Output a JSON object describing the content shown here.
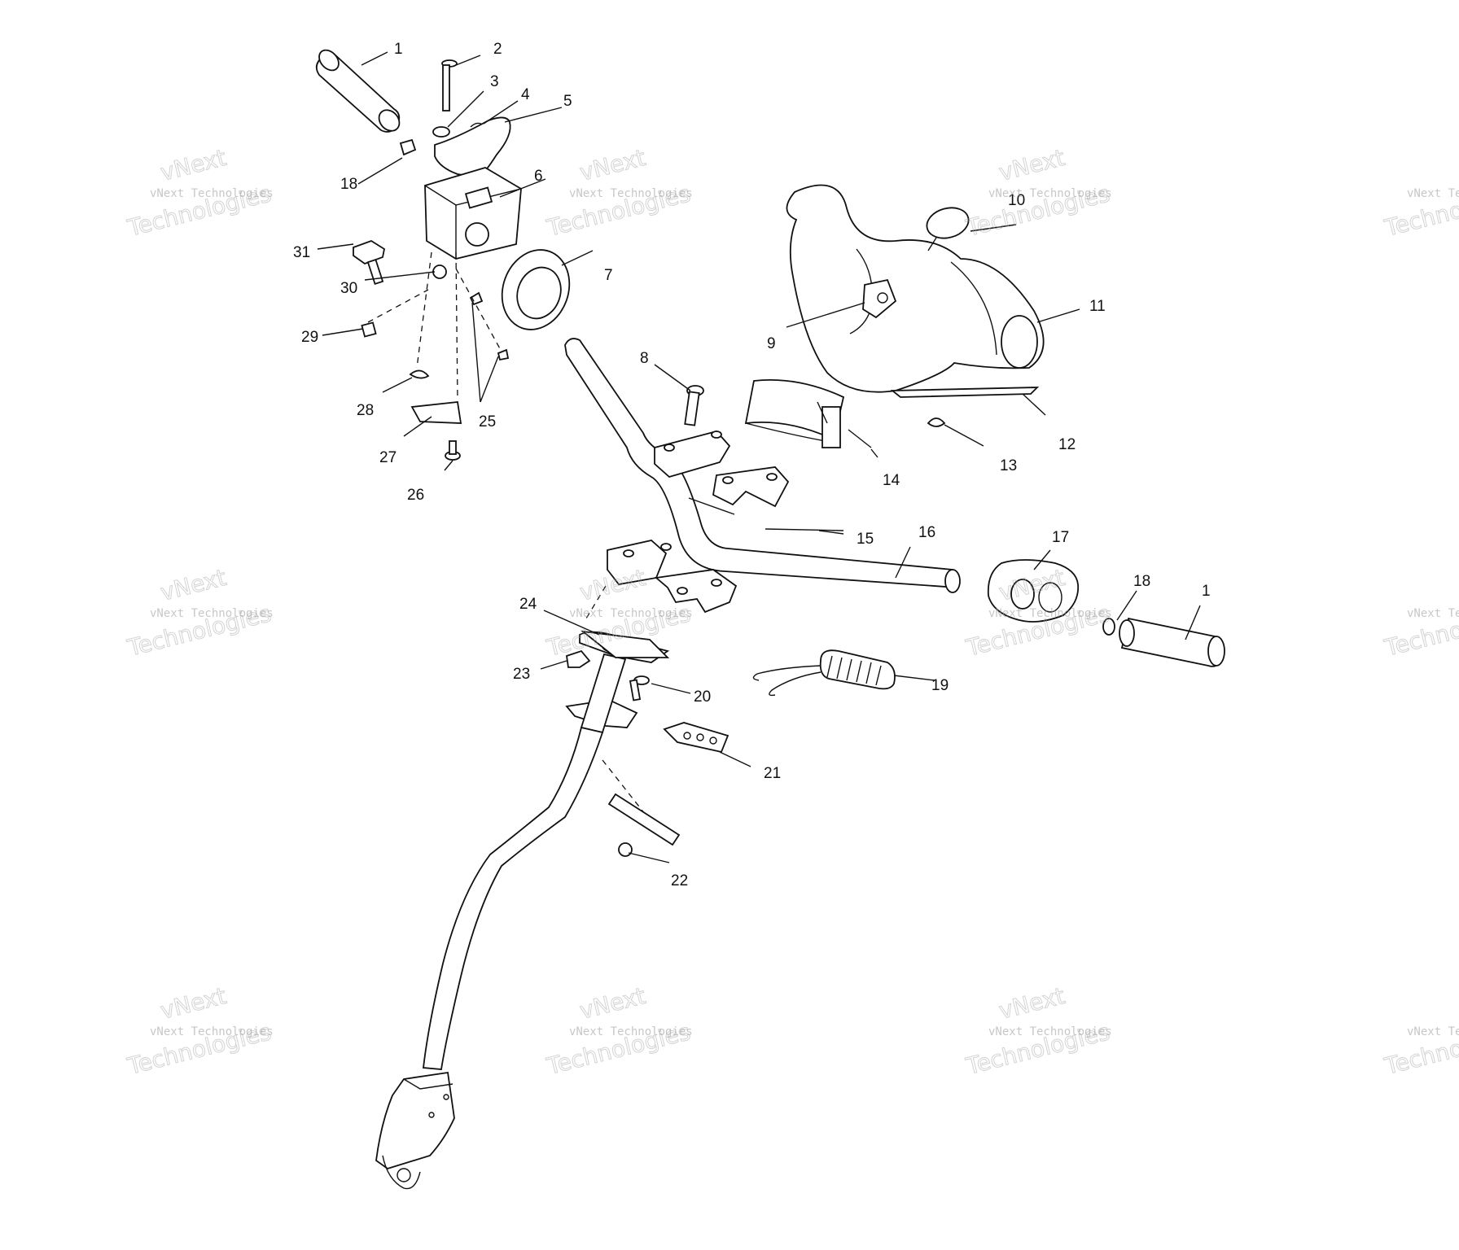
{
  "watermark": {
    "line1": "vNext Technologies",
    "line2": "vNext",
    "line3": "Technologies"
  },
  "labels": {
    "p1a": "1",
    "p1b": "1",
    "p2": "2",
    "p3": "3",
    "p4": "4",
    "p5": "5",
    "p6": "6",
    "p7": "7",
    "p8": "8",
    "p9": "9",
    "p10": "10",
    "p11": "11",
    "p12": "12",
    "p13": "13",
    "p14": "14",
    "p15": "15",
    "p16": "16",
    "p17": "17",
    "p18a": "18",
    "p18b": "18",
    "p19": "19",
    "p20": "20",
    "p21": "21",
    "p22": "22",
    "p23": "23",
    "p24": "24",
    "p25": "25",
    "p26": "26",
    "p27": "27",
    "p28": "28",
    "p29": "29",
    "p30": "30",
    "p31": "31"
  }
}
